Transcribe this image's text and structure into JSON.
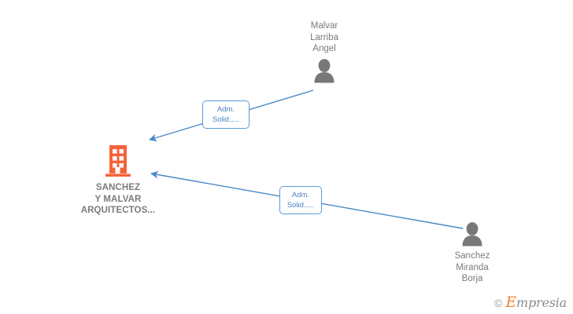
{
  "diagram": {
    "type": "relationship-graph",
    "background_color": "#ffffff",
    "edge_color": "#4a89c8",
    "company_color": "#f4633a",
    "person_color": "#787878",
    "text_color": "#7b7b7b"
  },
  "company": {
    "name_lines": [
      "SANCHEZ",
      "Y MALVAR",
      "ARQUITECTOS..."
    ],
    "icon": "building-icon"
  },
  "persons": [
    {
      "id": "person-top",
      "name_lines": [
        "Malvar",
        "Larriba",
        "Angel"
      ],
      "icon": "person-icon"
    },
    {
      "id": "person-bottom",
      "name_lines": [
        "Sanchez",
        "Miranda",
        "Borja"
      ],
      "icon": "person-icon"
    }
  ],
  "edges": [
    {
      "id": "edge-top",
      "from": "person-top",
      "to": "company",
      "label_lines": [
        "Adm.",
        "Solid.,..."
      ]
    },
    {
      "id": "edge-bottom",
      "from": "person-bottom",
      "to": "company",
      "label_lines": [
        "Adm.",
        "Solid.,..."
      ]
    }
  ],
  "watermark": {
    "copyright": "©",
    "brand_initial": "E",
    "brand_rest": "mpresia"
  }
}
